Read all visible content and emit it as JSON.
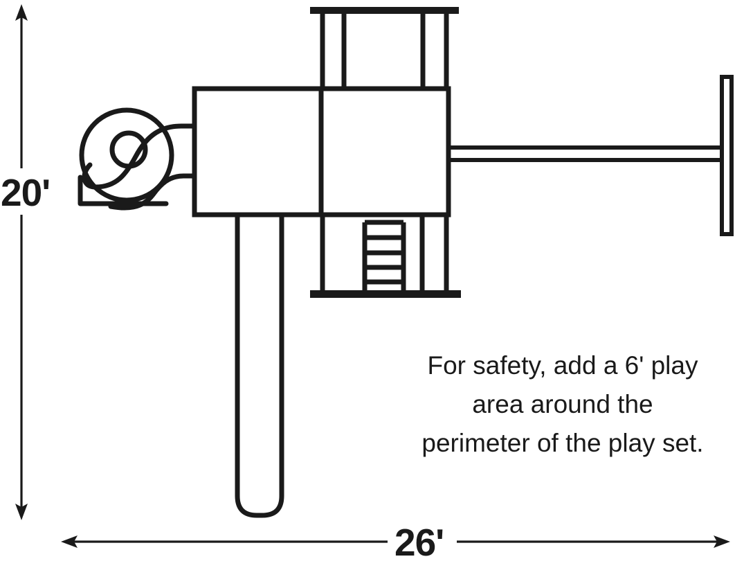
{
  "drawing": {
    "title": "Play set footprint plan view",
    "stroke_color": "#1a1a1a",
    "background_color": "#ffffff"
  },
  "dimensions": {
    "vertical": {
      "label": "20'",
      "value": 20,
      "unit": "feet",
      "orientation": "vertical",
      "position": "left"
    },
    "horizontal": {
      "label": "26'",
      "value": 26,
      "unit": "feet",
      "orientation": "horizontal",
      "position": "bottom"
    }
  },
  "note": {
    "lines": [
      "For safety, add a 6' play",
      "area around the",
      "perimeter of the play set."
    ],
    "full_text": "For safety, add a 6' play area around the perimeter of the play set.",
    "clearance_value": 6,
    "clearance_unit": "feet"
  },
  "components": {
    "spiral_slide": "spiral-slide-top-view",
    "straight_slide": "straight-slide",
    "ladder": "ladder-five-rungs",
    "ladder_rung_count": 5,
    "swing_beam": "swing-beam-arm",
    "upper_tower": "upper-tower-deck",
    "main_deck": "main-deck-platform"
  }
}
